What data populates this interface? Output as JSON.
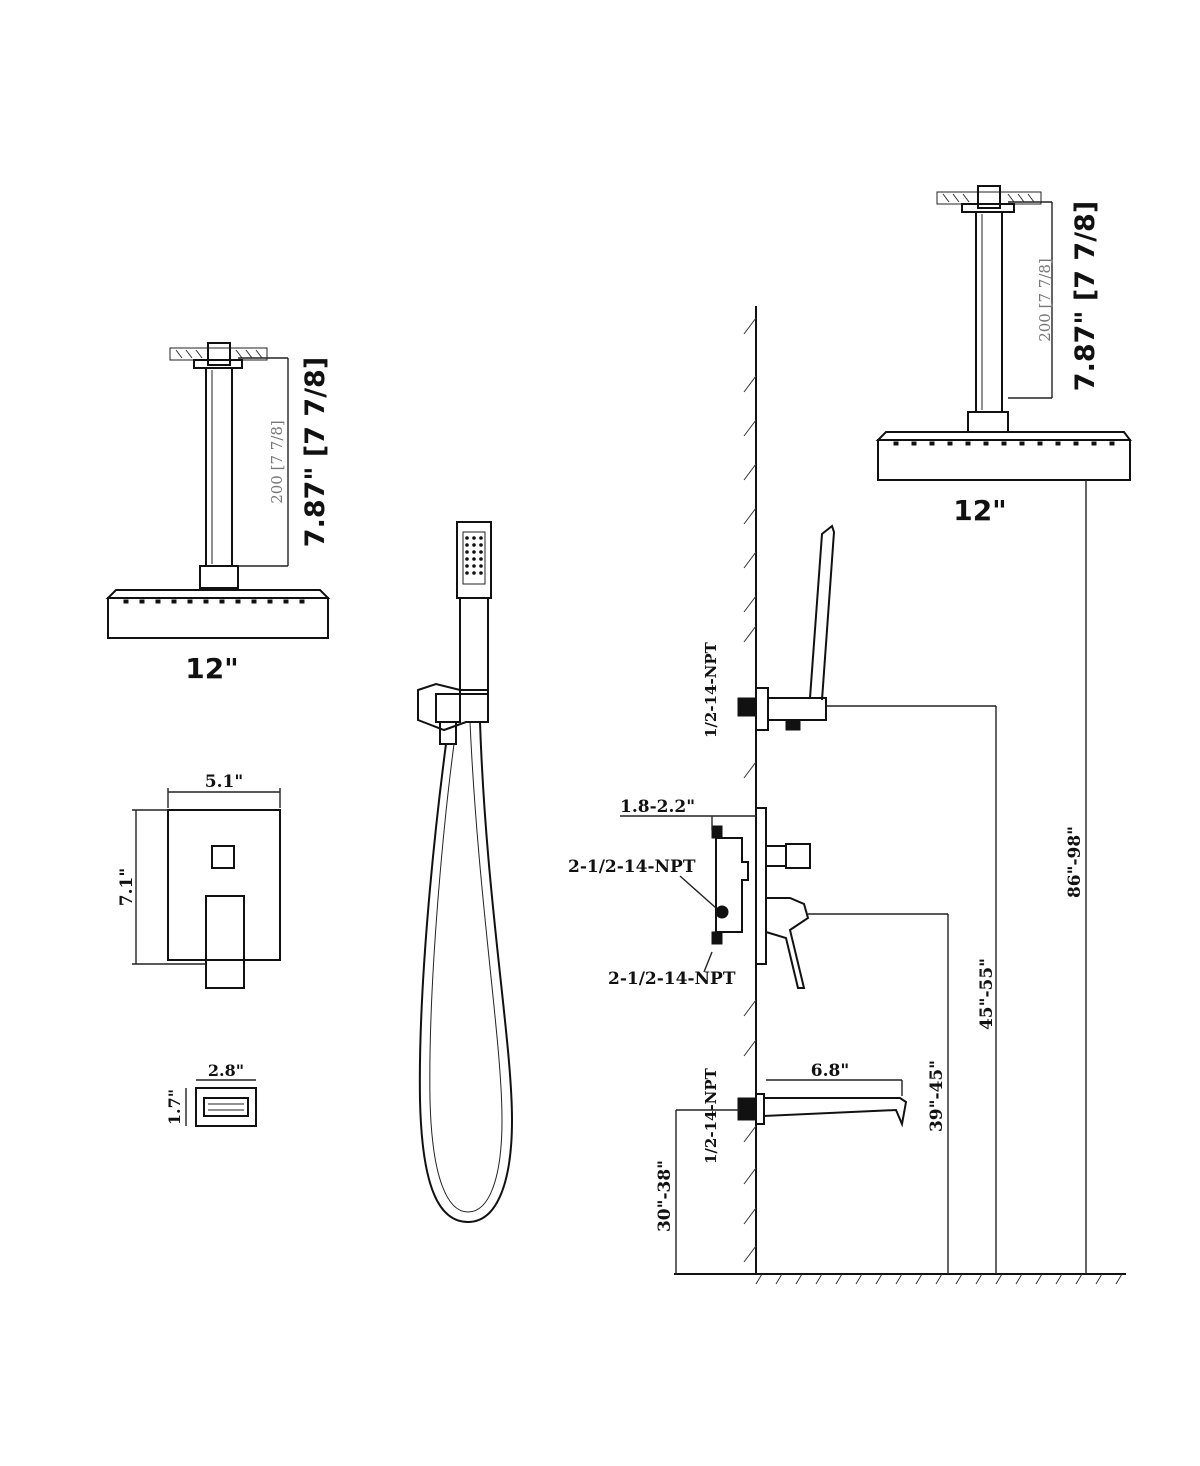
{
  "left_shower": {
    "arm_dim_small": "200 [7 7/8]",
    "arm_dim_large": "7.87\" [7 7/8]",
    "head_width": "12\""
  },
  "right_shower": {
    "arm_dim_small": "200 [7 7/8]",
    "arm_dim_large": "7.87\" [7 7/8]",
    "head_width": "12\""
  },
  "valve_trim": {
    "width": "5.1\"",
    "height": "7.1\""
  },
  "spout_front": {
    "width": "2.8\"",
    "height": "1.7\""
  },
  "side_view": {
    "hand_shower_conn": "1/2-14-NPT",
    "wall_depth": "1.8-2.2\"",
    "valve_inlet_top": "2-1/2-14-NPT",
    "valve_inlet_bottom": "2-1/2-14-NPT",
    "spout_conn": "1/2-14-NPT",
    "spout_length": "6.8\"",
    "spout_height": "30\"-38\"",
    "handle_height": "39\"-45\"",
    "holder_height": "45\"-55\"",
    "head_height": "86\"-98\""
  }
}
